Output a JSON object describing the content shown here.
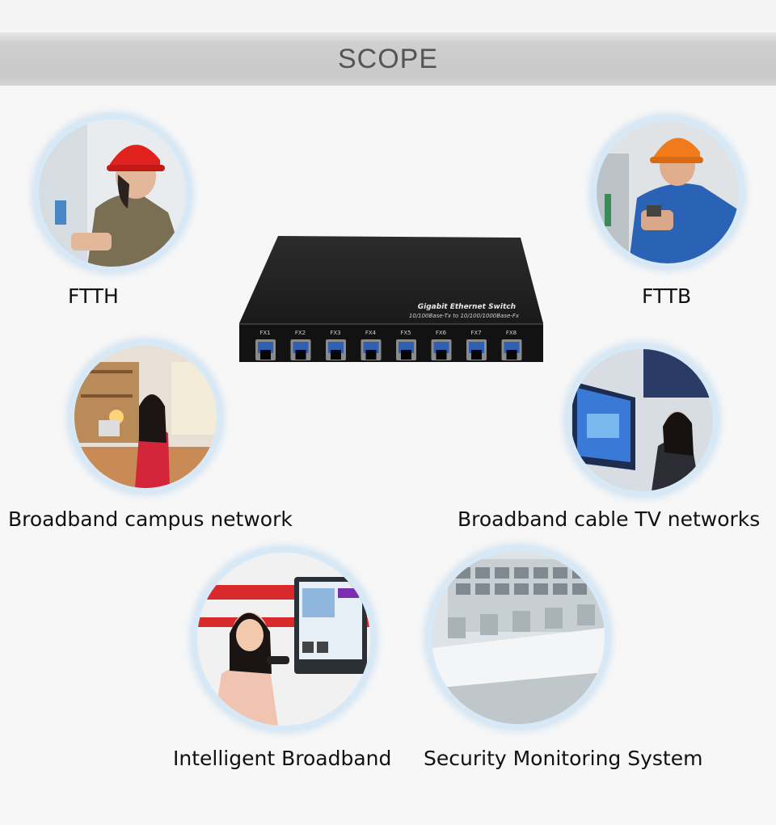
{
  "header": {
    "title": "SCOPE"
  },
  "device": {
    "brand_label": "Gigabit Ethernet Switch",
    "spec_label": "10/100Base-Tx to 10/100/1000Base-Fx",
    "ports": [
      "FX1",
      "FX2",
      "FX3",
      "FX4",
      "FX5",
      "FX6",
      "FX7",
      "FX8"
    ]
  },
  "applications": [
    {
      "label": "FTTH"
    },
    {
      "label": "FTTB"
    },
    {
      "label": "Broadband campus network"
    },
    {
      "label": "Broadband cable TV networks"
    },
    {
      "label": "Intelligent Broadband"
    },
    {
      "label": "Security Monitoring System"
    }
  ]
}
